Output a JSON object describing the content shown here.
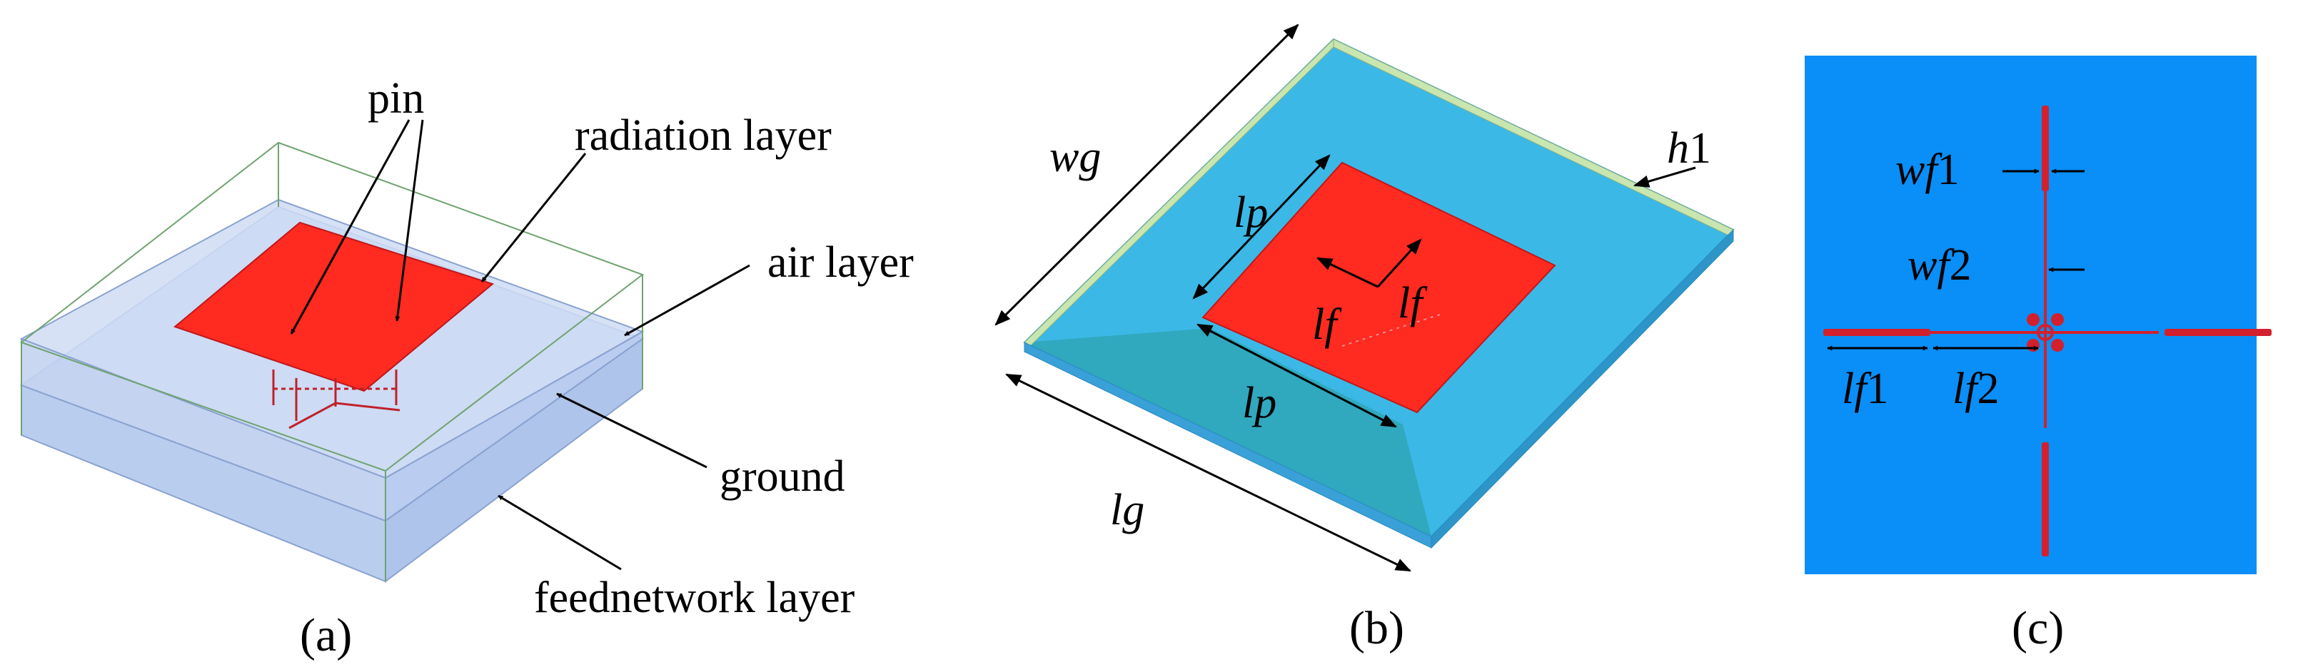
{
  "panel_a": {
    "caption": "(a)",
    "labels": {
      "pin": "pin",
      "radiation_layer": "radiation layer",
      "air_layer": "air layer",
      "ground": "ground",
      "feednetwork_layer": "feednetwork layer"
    }
  },
  "panel_b": {
    "caption": "(b)",
    "dims": {
      "wg": "wg",
      "h": "h",
      "h_sub": "1",
      "lp_top": "lp",
      "lf_left": "lf",
      "lf_right": "lf",
      "lp_bottom": "lp",
      "lg": "lg"
    }
  },
  "panel_c": {
    "caption": "(c)",
    "dims": {
      "wf1_a": "wf",
      "wf1_b": "1",
      "wf2_a": "wf",
      "wf2_b": "2",
      "lf1_a": "lf",
      "lf1_b": "1",
      "lf2_a": "lf",
      "lf2_b": "2"
    }
  },
  "colors": {
    "patch_red": "#ff2a20",
    "substrate_blue": "#3cb8e6",
    "substrate_shadow": "#2fa3bd",
    "substrate_edge": "#c9e6b0",
    "feed_background": "#0a8ef7",
    "feed_line": "#d3202d",
    "air_layer_fill": "#c3d6f2",
    "box_outline": "#6fa36f"
  }
}
